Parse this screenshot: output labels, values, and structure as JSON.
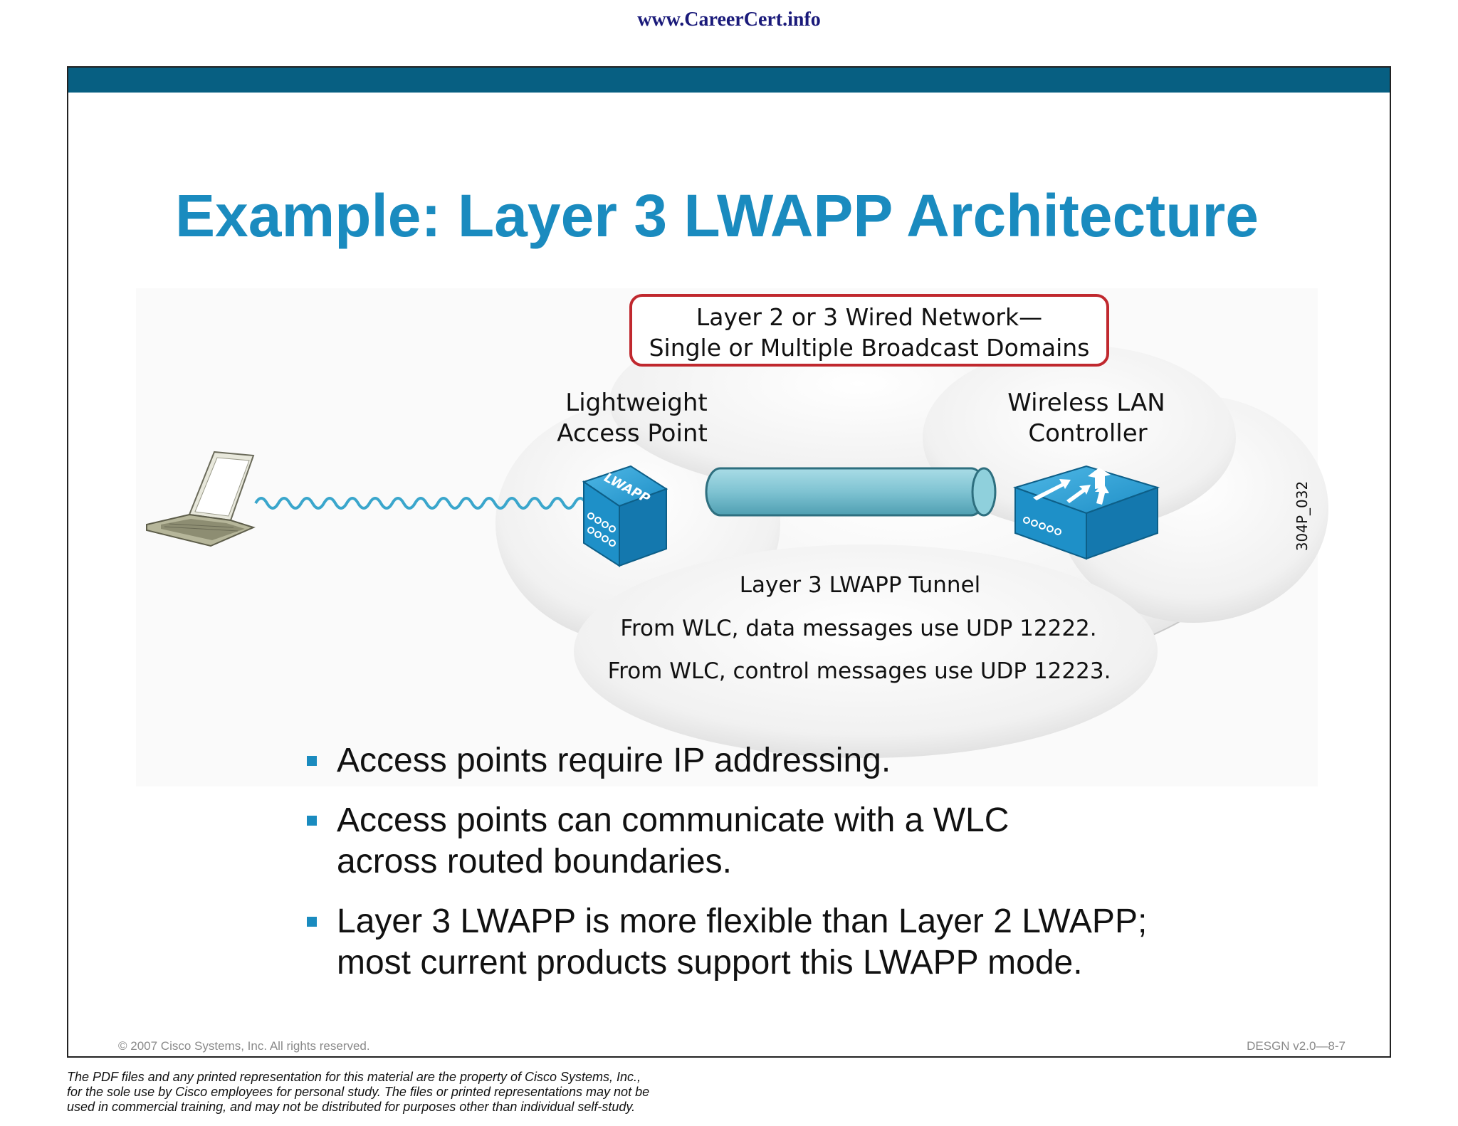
{
  "header": {
    "site_url": "www.CareerCert.info"
  },
  "slide": {
    "title": "Example: Layer 3 LWAPP Architecture",
    "diagram": {
      "network_box": {
        "line1": "Layer 2 or 3 Wired Network—",
        "line2": "Single or Multiple Broadcast Domains"
      },
      "access_point": {
        "label_line1": "Lightweight",
        "label_line2": "Access Point",
        "device_text": "LWAPP"
      },
      "controller": {
        "label_line1": "Wireless LAN",
        "label_line2": "Controller"
      },
      "tunnel_label": "Layer 3 LWAPP Tunnel",
      "data_note": "From WLC, data messages use UDP 12222.",
      "control_note": "From WLC, control messages use UDP 12223.",
      "figure_id": "304P_032",
      "icons": [
        "laptop-icon",
        "wireless-signal-icon",
        "access-point-icon",
        "tunnel-icon",
        "wlc-icon",
        "cloud-icon"
      ]
    },
    "bullets": [
      {
        "line1": "Access points require IP addressing.",
        "line2": ""
      },
      {
        "line1": "Access points can communicate with a WLC",
        "line2": "across routed boundaries."
      },
      {
        "line1": "Layer 3 LWAPP is more flexible than Layer 2 LWAPP;",
        "line2": "most current products support this LWAPP mode."
      }
    ],
    "footer": {
      "copyright": "© 2007 Cisco Systems, Inc. All rights reserved.",
      "course_code": "DESGN v2.0—8-7"
    }
  },
  "disclaimer": {
    "line1": "The PDF files and any printed representation for this material are the property of Cisco Systems, Inc.,",
    "line2": "for the sole use by Cisco employees for personal study. The files or printed representations may not be",
    "line3": "used in commercial training, and may not be distributed for purposes other than individual self-study."
  },
  "colors": {
    "header_bar": "#075f82",
    "title": "#1a8bbf",
    "bullet": "#1a8bbf",
    "network_box_border": "#c0282e",
    "device_blue": "#1e90c8",
    "tunnel": "#7fc3d2"
  }
}
